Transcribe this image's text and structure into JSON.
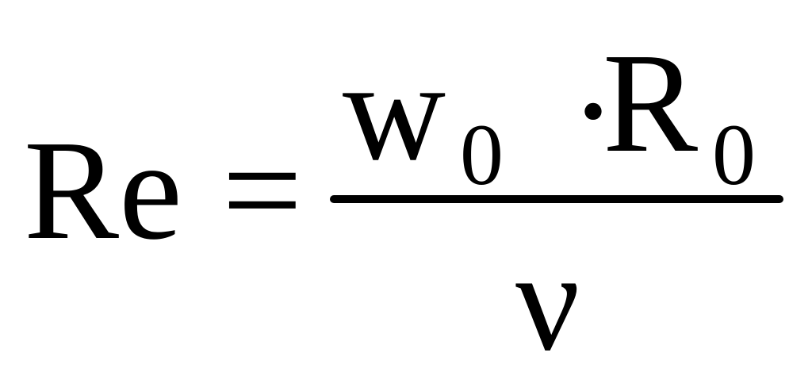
{
  "formula": {
    "lhs": "Re",
    "equals": "=",
    "numerator": {
      "w": "w",
      "w_subscript": "0",
      "dot": "·",
      "r": "R",
      "r_subscript": "0"
    },
    "denominator": "ν"
  }
}
